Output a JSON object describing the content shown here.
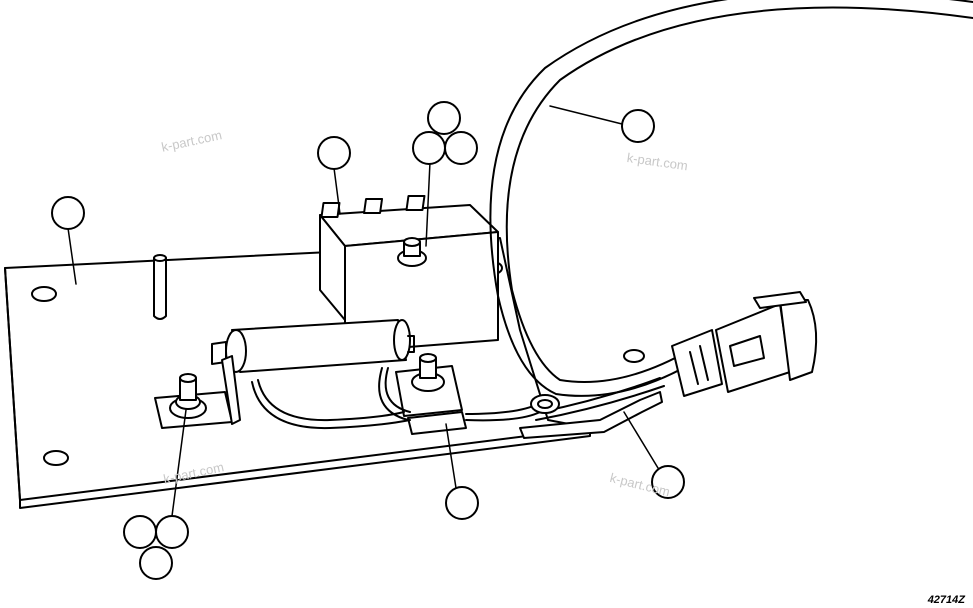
{
  "watermarks": [
    "k-part.com",
    "k-part.com",
    "k-part.com",
    "k-part.com"
  ],
  "figure_number": "42714Z",
  "colors": {
    "line": "#000000",
    "background": "#ffffff",
    "watermark": "#c8c8c8"
  }
}
